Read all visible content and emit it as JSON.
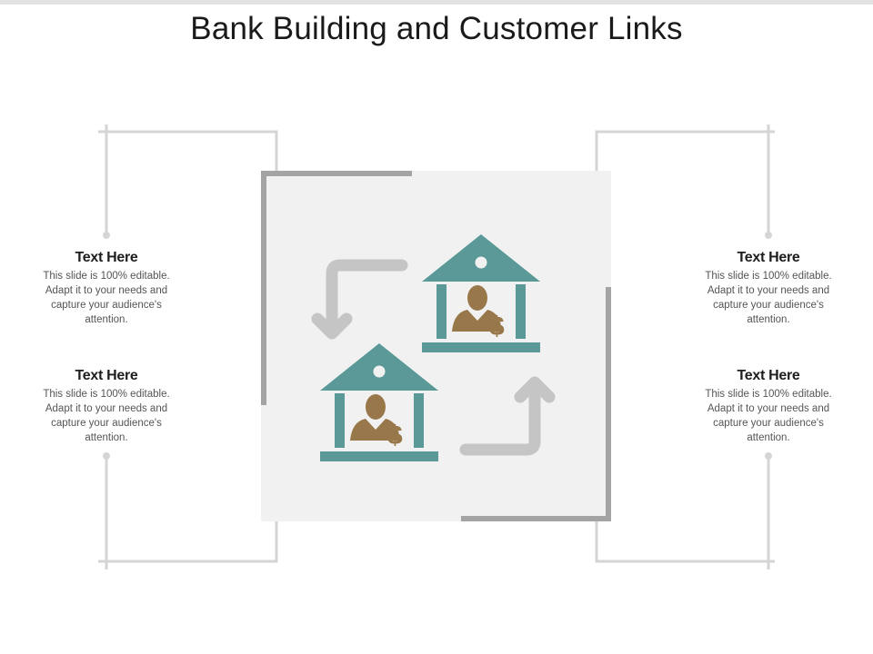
{
  "title": "Bank Building and Customer Links",
  "colors": {
    "building": "#5b9898",
    "person": "#98784a",
    "arrow": "#c5c5c5",
    "panel": "#f1f1f1",
    "frame": "#a4a4a4",
    "connector": "#d5d5d5"
  },
  "icons": [
    "bank-building-icon",
    "customer-dollar-icon",
    "curved-arrow-icon"
  ],
  "text_blocks": [
    {
      "heading": "Text Here",
      "body": "This slide is 100% editable. Adapt it to your needs and capture your audience's attention."
    },
    {
      "heading": "Text Here",
      "body": "This slide is 100% editable. Adapt it to your needs and capture your audience's attention."
    },
    {
      "heading": "Text Here",
      "body": "This slide is 100% editable. Adapt it to your needs and capture your audience's attention."
    },
    {
      "heading": "Text Here",
      "body": "This slide is 100% editable. Adapt it to your needs and capture your audience's attention."
    }
  ]
}
